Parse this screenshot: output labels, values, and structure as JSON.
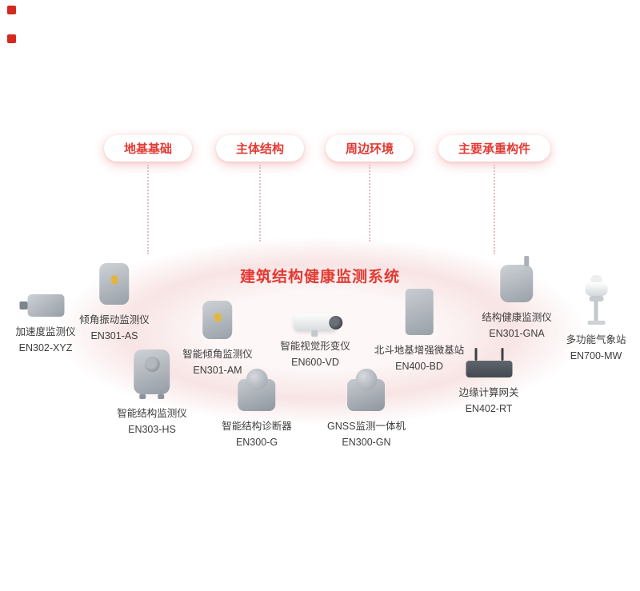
{
  "page": {
    "title": "建筑结构健康监测系统"
  },
  "categories": [
    {
      "label": "地基基础"
    },
    {
      "label": "主体结构"
    },
    {
      "label": "周边环境"
    },
    {
      "label": "主要承重构件"
    }
  ],
  "devices": [
    {
      "name": "加速度监测仪",
      "model": "EN302-XYZ"
    },
    {
      "name": "倾角振动监测仪",
      "model": "EN301-AS"
    },
    {
      "name": "智能倾角监测仪",
      "model": "EN301-AM"
    },
    {
      "name": "智能视觉形变仪",
      "model": "EN600-VD"
    },
    {
      "name": "北斗地基增强微基站",
      "model": "EN400-BD"
    },
    {
      "name": "结构健康监测仪",
      "model": "EN301-GNA"
    },
    {
      "name": "多功能气象站",
      "model": "EN700-MW"
    },
    {
      "name": "智能结构监测仪",
      "model": "EN303-HS"
    },
    {
      "name": "智能结构诊断器",
      "model": "EN300-G"
    },
    {
      "name": "GNSS监测一体机",
      "model": "EN300-GN"
    },
    {
      "name": "边缘计算网关",
      "model": "EN402-RT"
    }
  ],
  "colors": {
    "accent": "#e23a33",
    "ellipse": "#f8e4e4",
    "device_gray": "#a0a7ae",
    "indicator_yellow": "#e2b63e"
  }
}
